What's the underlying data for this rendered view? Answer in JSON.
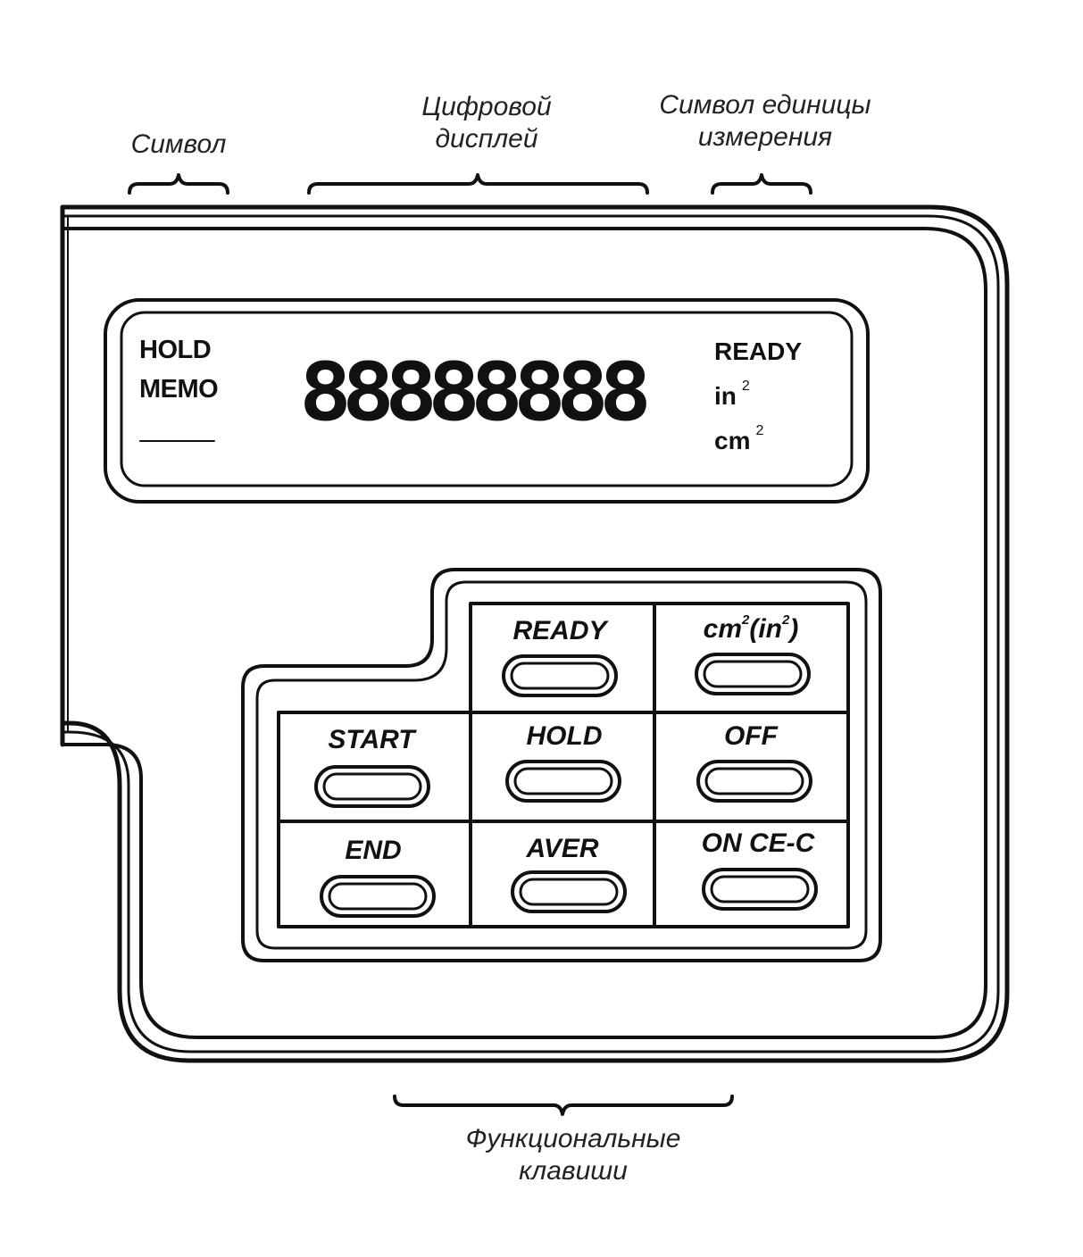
{
  "annotations": {
    "symbol": "Символ",
    "digital_display": [
      "Цифровой",
      "дисплей"
    ],
    "unit_symbol": [
      "Символ единицы",
      "измерения"
    ],
    "function_keys": [
      "Функциональные",
      "клавиши"
    ]
  },
  "display": {
    "left_symbols": [
      "HOLD",
      "MEMO"
    ],
    "digits": "88888888",
    "right_symbols": {
      "ready": "READY",
      "in_unit": "in",
      "cm_unit": "cm",
      "exponent": "2"
    }
  },
  "keys": {
    "ready": "READY",
    "area_unit": {
      "cm": "cm",
      "exp": "2",
      "open": "(in",
      "close": ")"
    },
    "start": "START",
    "hold": "HOLD",
    "off": "OFF",
    "end": "END",
    "aver": "AVER",
    "on_ce_c": "ON CE-C"
  }
}
